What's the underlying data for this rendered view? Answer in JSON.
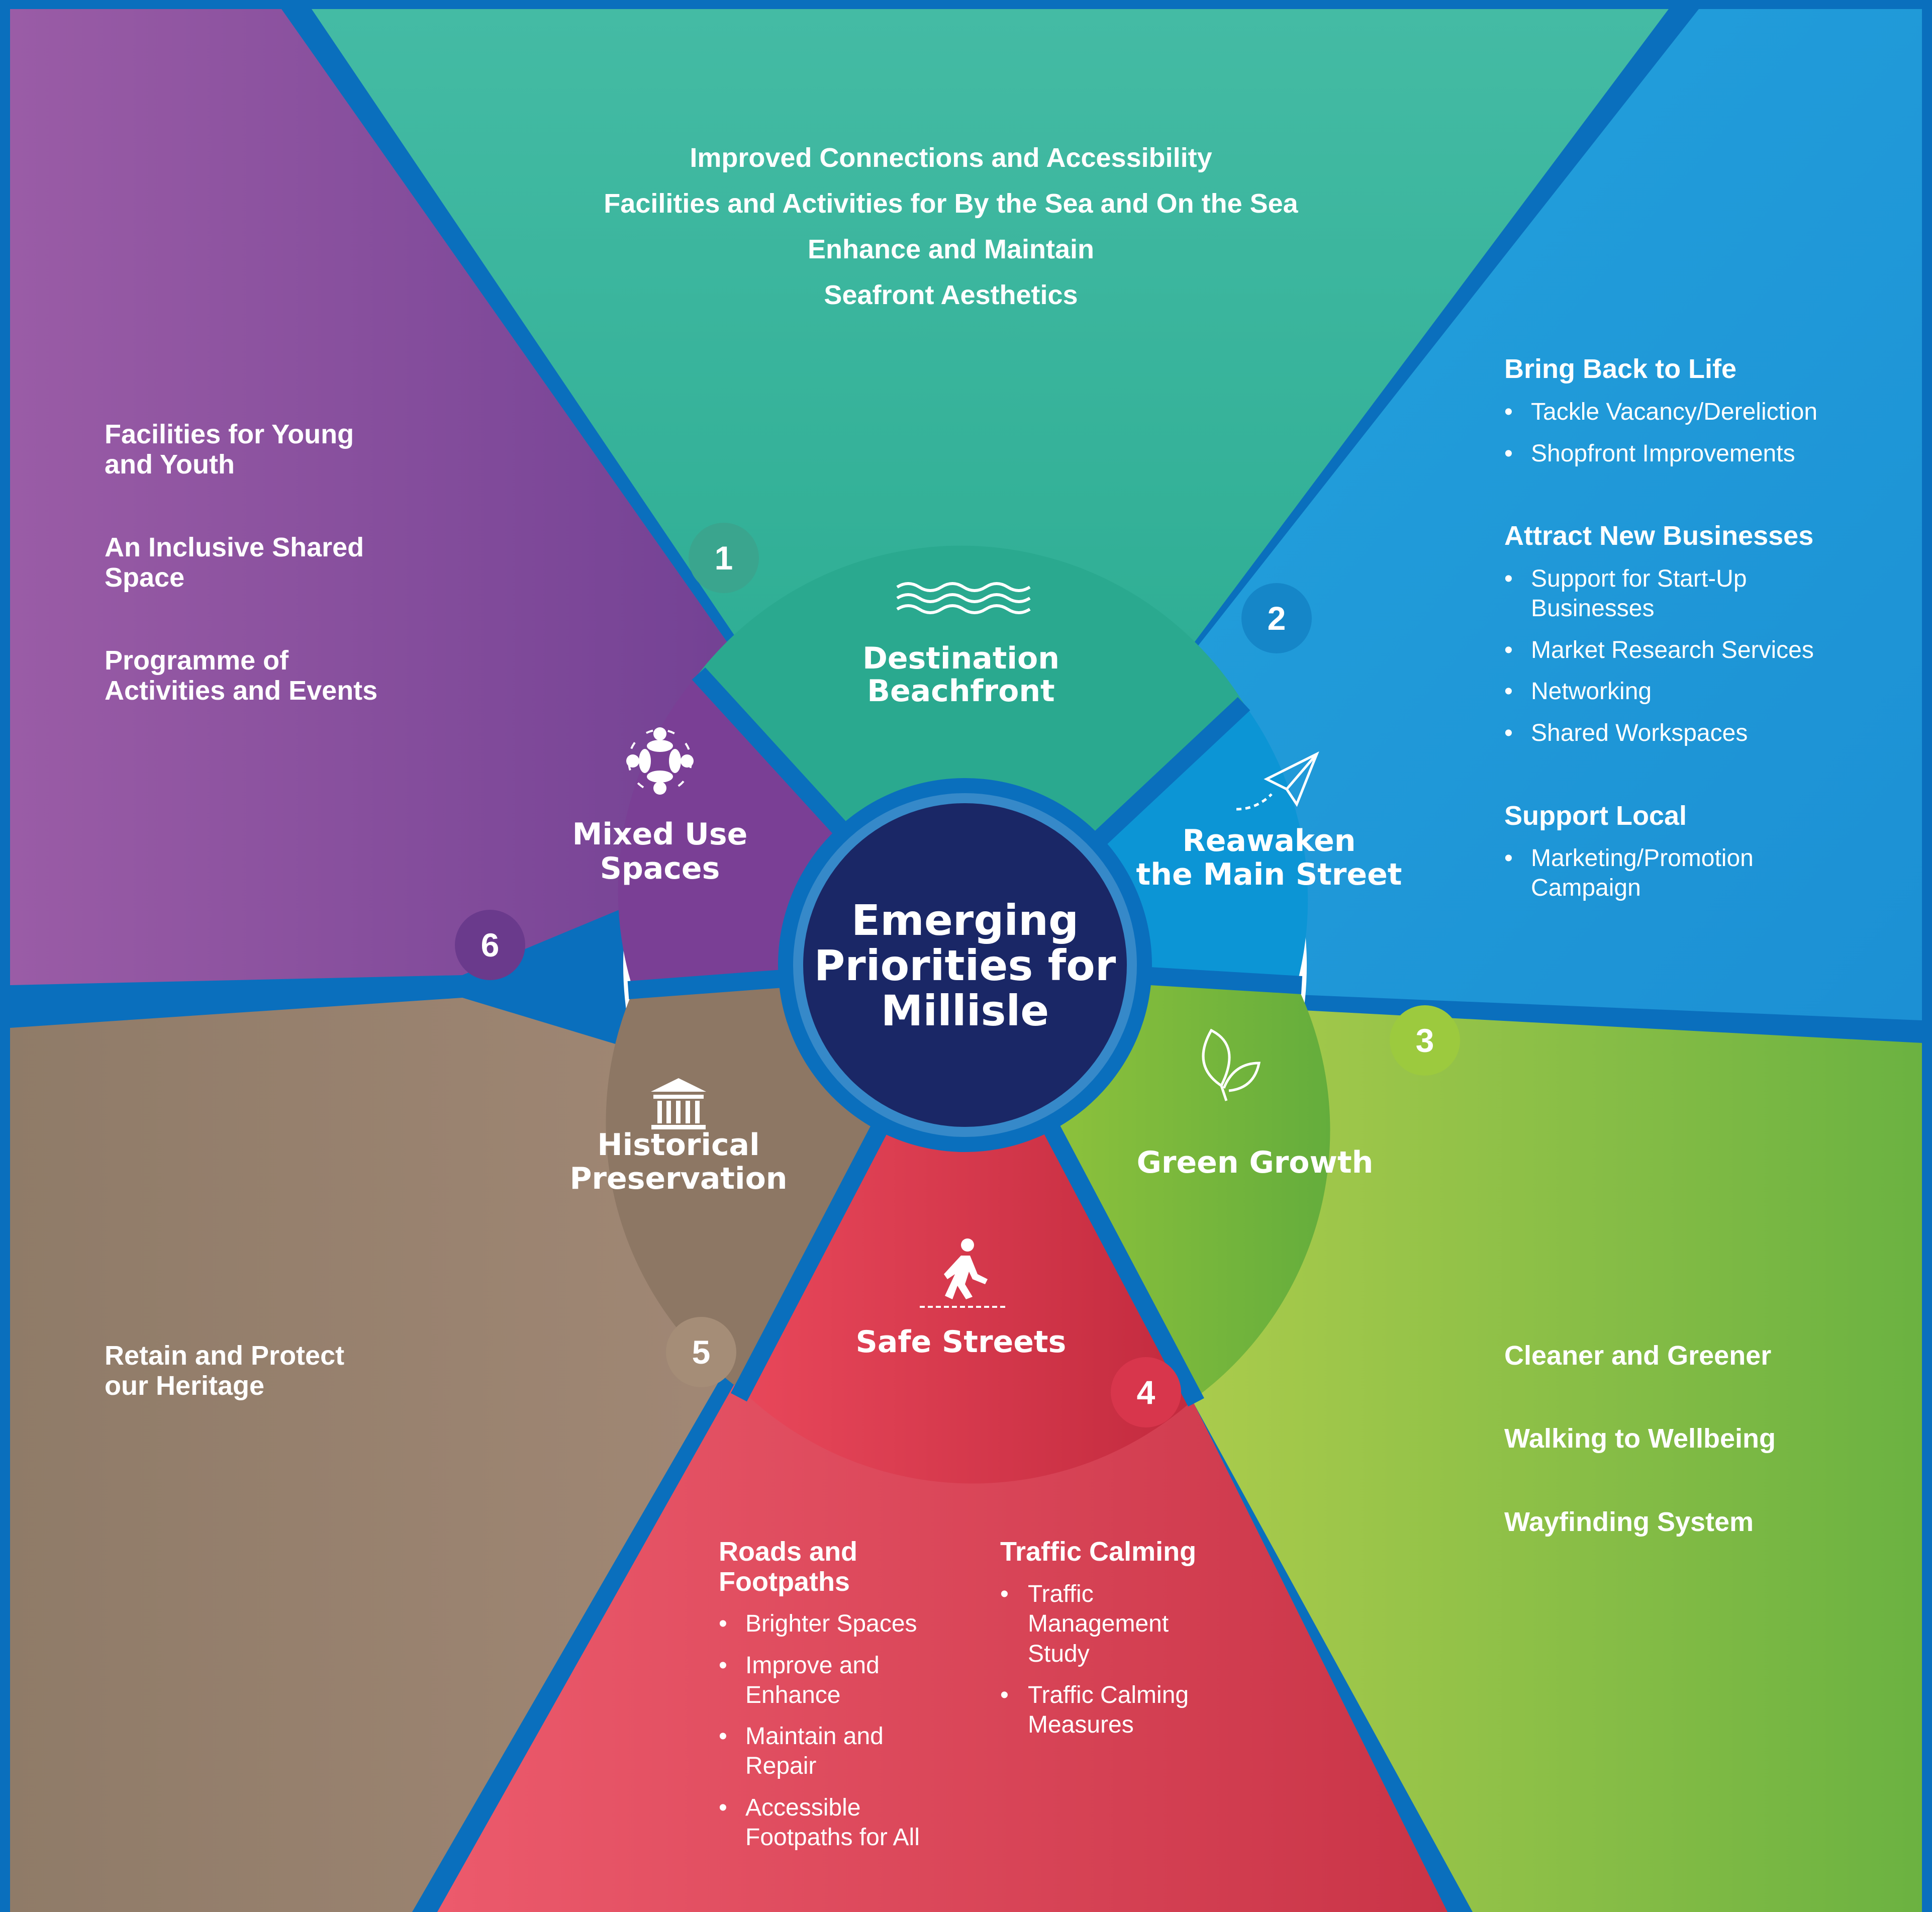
{
  "center": {
    "line1": "Emerging",
    "line2": "Priorities for",
    "line3": "Millisle"
  },
  "segments": {
    "destination": {
      "number": "1",
      "title1": "Destination",
      "title2": "Beachfront",
      "icon": "waves-icon"
    },
    "reawaken": {
      "number": "2",
      "title1": "Reawaken",
      "title2": "the Main Street",
      "icon": "paper-plane-icon"
    },
    "green": {
      "number": "3",
      "title1": "Green Growth",
      "icon": "leaf-icon"
    },
    "safe": {
      "number": "4",
      "title1": "Safe Streets",
      "icon": "pedestrian-icon"
    },
    "historical": {
      "number": "5",
      "title1": "Historical",
      "title2": "Preservation",
      "icon": "building-columns-icon"
    },
    "mixed": {
      "number": "6",
      "title1": "Mixed Use",
      "title2": "Spaces",
      "icon": "people-circle-icon"
    }
  },
  "top_panel": {
    "lines": [
      "Improved Connections and Accessibility",
      "Facilities and Activities for By the Sea and On the Sea",
      "Enhance and Maintain",
      "Seafront Aesthetics"
    ]
  },
  "left_panel": {
    "items": [
      {
        "line1": "Facilities for Young",
        "line2": "and Youth"
      },
      {
        "line1": "An Inclusive Shared",
        "line2": "Space"
      },
      {
        "line1": "Programme of",
        "line2": "Activities and Events"
      }
    ]
  },
  "right_panel": {
    "groups": [
      {
        "heading": "Bring Back to Life",
        "bullets": [
          "Tackle Vacancy/Dereliction",
          "Shopfront Improvements"
        ]
      },
      {
        "heading": "Attract New Businesses",
        "bullets": [
          "Support for Start-Up",
          "Businesses",
          "Market Research Services",
          "Networking",
          "Shared Workspaces"
        ]
      },
      {
        "heading": "Support Local",
        "bullets": [
          "Marketing/Promotion",
          "Campaign"
        ]
      }
    ]
  },
  "bottom_left_panel": {
    "line1": "Retain and Protect",
    "line2": "our Heritage"
  },
  "bottom_right_panel": {
    "items": [
      "Cleaner and Greener",
      "Walking to Wellbeing",
      "Wayfinding System"
    ]
  },
  "bottom_panel": {
    "col1": {
      "heading1": "Roads and",
      "heading2": "Footpaths",
      "bullets": [
        "Brighter Spaces",
        "Improve and",
        "Enhance",
        "Maintain and",
        "Repair",
        "Accessible",
        "Footpaths for All"
      ]
    },
    "col2": {
      "heading": "Traffic Calming",
      "bullets": [
        "Traffic",
        "Management",
        "Study",
        "Traffic Calming",
        "Measures"
      ]
    }
  },
  "colors": {
    "border_blue": "#0a6fbd",
    "teal": "#3fb8a0",
    "sky_blue": "#1e9ad8",
    "green": "#8cc152",
    "red": "#d9485a",
    "brown": "#9a806c",
    "purple": "#8a5499",
    "navy": "#1a2766"
  }
}
